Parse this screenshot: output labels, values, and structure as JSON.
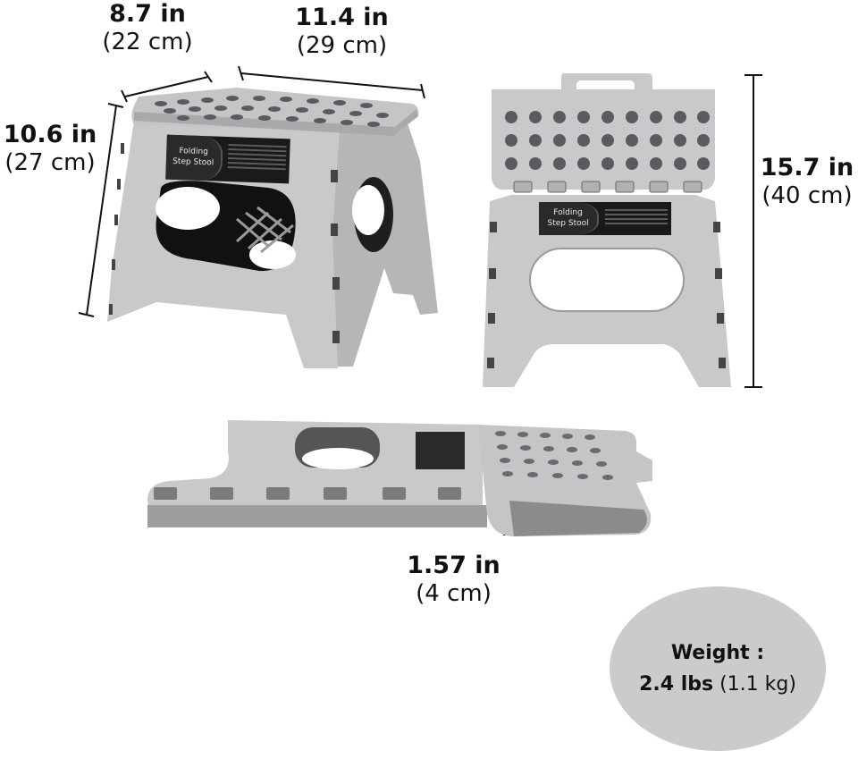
{
  "dimensions": {
    "depth": {
      "imperial": "8.7 in",
      "metric": "(22 cm)"
    },
    "width": {
      "imperial": "11.4 in",
      "metric": "(29 cm)"
    },
    "height": {
      "imperial": "10.6 in",
      "metric": "(27 cm)"
    },
    "unfolded_height": {
      "imperial": "15.7 in",
      "metric": "(40 cm)"
    },
    "folded_thickness": {
      "imperial": "1.57 in",
      "metric": "(4 cm)"
    }
  },
  "weight": {
    "title": "Weight :",
    "imperial": "2.4 lbs",
    "metric": "(1.1 kg)"
  },
  "product_label": {
    "brand_line1": "Folding",
    "brand_line2": "Step Stool"
  },
  "colors": {
    "stool_body": "#c8c9cb",
    "stool_dots": "#5a5b5e",
    "label_bg": "#1a1a1a",
    "weight_badge": "#cbcbcb",
    "text": "#111111"
  }
}
